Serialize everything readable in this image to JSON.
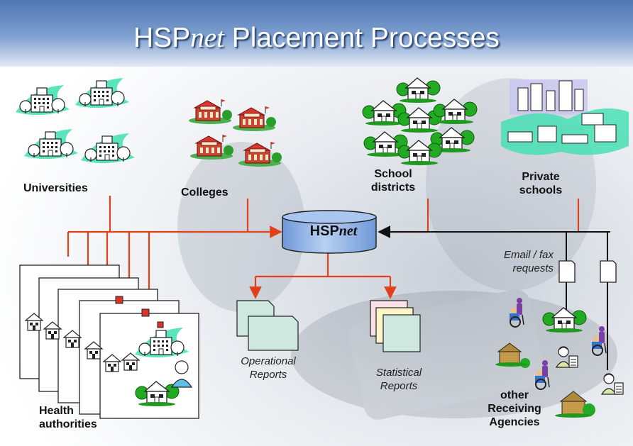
{
  "title": {
    "prefix": "HSP",
    "emphasis": "net",
    "suffix": " Placement Processes"
  },
  "hub": {
    "prefix": "HSP",
    "emphasis": "net"
  },
  "labels": {
    "universities": "Universities",
    "colleges": "Colleges",
    "school_districts_1": "School",
    "school_districts_2": "districts",
    "private_schools_1": "Private",
    "private_schools_2": "schools",
    "email_fax_1": "Email / fax",
    "email_fax_2": "requests",
    "operational_1": "Operational",
    "operational_2": "Reports",
    "statistical_1": "Statistical",
    "statistical_2": "Reports",
    "health_1": "Health",
    "health_2": "authorities",
    "agencies_1": "other",
    "agencies_2": "Receiving",
    "agencies_3": "Agencies"
  },
  "colors": {
    "title_band_top": "#6b8fc4",
    "title_band_bottom": "#c7d6ea",
    "connector": "#e0401a",
    "request_line": "#111111",
    "database": "#8fb4e6",
    "report_green": "#cfe8df",
    "report_yellow": "#fff5c8",
    "report_pink": "#fbe0e8",
    "tree_green": "#22aa22"
  }
}
